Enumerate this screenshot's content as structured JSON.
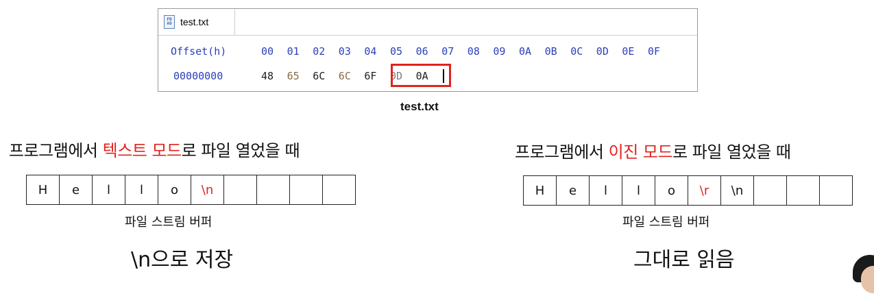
{
  "hex_editor": {
    "tab_label": "test.txt",
    "file_icon_text": [
      "FD",
      "AO"
    ],
    "header": {
      "offset_label": "Offset(h)",
      "columns": [
        "00",
        "01",
        "02",
        "03",
        "04",
        "05",
        "06",
        "07",
        "08",
        "09",
        "0A",
        "0B",
        "0C",
        "0D",
        "0E",
        "0F"
      ]
    },
    "row": {
      "offset": "00000000",
      "bytes": [
        "48",
        "65",
        "6C",
        "6C",
        "6F",
        "0D",
        "0A"
      ],
      "highlighted_bytes": [
        "0D",
        "0A"
      ]
    }
  },
  "caption": "test.txt",
  "text_mode": {
    "heading_pre": "프로그램에서 ",
    "heading_highlight": "텍스트 모드",
    "heading_post": "로 파일 열었을 때",
    "buffer_cells": [
      "H",
      "e",
      "l",
      "l",
      "o",
      "\\n",
      "",
      "",
      "",
      ""
    ],
    "buffer_red_indices": [
      5
    ],
    "buffer_label": "파일 스트림 버퍼",
    "result": "\\n으로 저장"
  },
  "binary_mode": {
    "heading_pre": "프로그램에서 ",
    "heading_highlight": "이진 모드",
    "heading_post": "로 파일 열었을 때",
    "buffer_cells": [
      "H",
      "e",
      "l",
      "l",
      "o",
      "\\r",
      "\\n",
      "",
      "",
      ""
    ],
    "buffer_red_indices": [
      5
    ],
    "buffer_label": "파일 스트림 버퍼",
    "result": "그대로 읽음"
  },
  "colors": {
    "highlight_red": "#e0231e",
    "offset_blue": "#2b3fb8"
  }
}
